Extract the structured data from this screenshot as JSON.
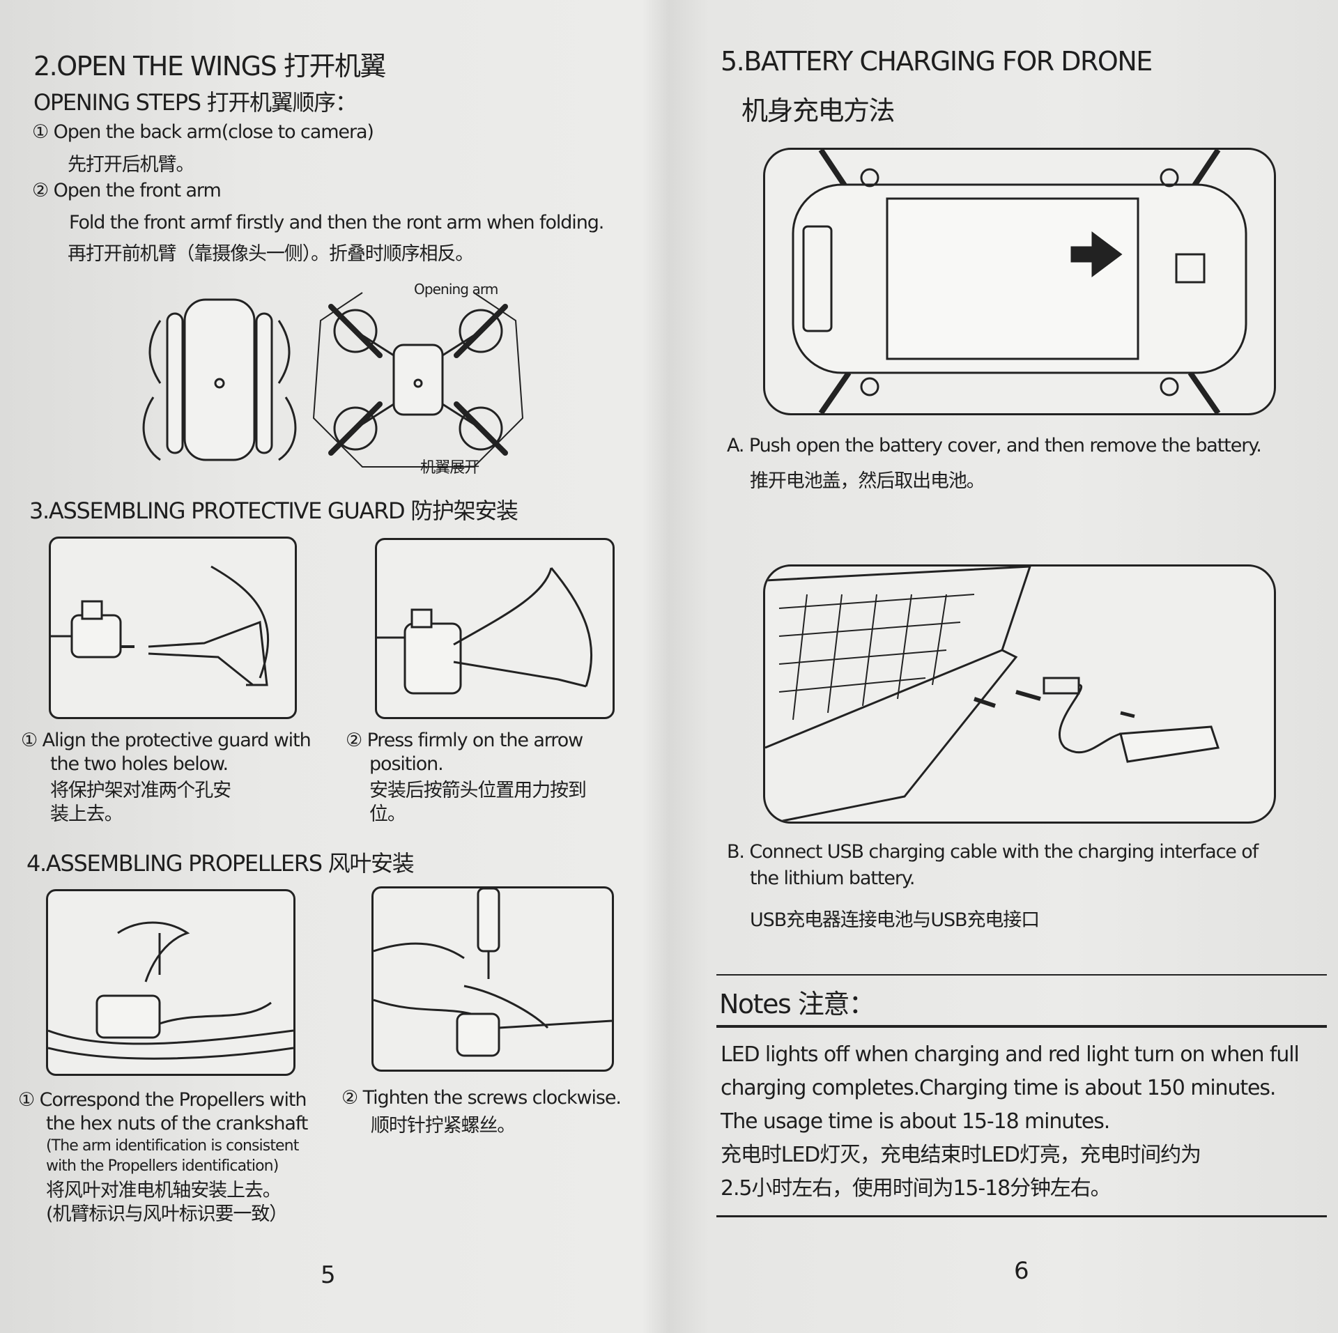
{
  "left_page": {
    "section2": {
      "title": "2.OPEN THE WINGS  打开机翼",
      "subtitle": "OPENING STEPS  打开机翼顺序：",
      "step1_en": "① Open the back arm(close to camera)",
      "step1_cn": "先打开后机臂。",
      "step2_en": "② Open the front arm",
      "step2_note_en": "Fold the front armf firstly and then the ront arm when folding.",
      "step2_cn": "再打开前机臂（靠摄像头一侧）。折叠时顺序相反。",
      "label_opening_arm": "Opening arm",
      "label_wings_open": "机翼展开"
    },
    "section3": {
      "title": "3.ASSEMBLING PROTECTIVE GUARD  防护架安装",
      "step1_en": [
        "① Align the protective guard with",
        "the two holes below."
      ],
      "step1_cn": [
        "将保护架对准两个孔安",
        "装上去。"
      ],
      "step2_en": [
        "② Press firmly on the arrow",
        "position."
      ],
      "step2_cn": [
        "安装后按箭头位置用力按到",
        "位。"
      ]
    },
    "section4": {
      "title": "4.ASSEMBLING PROPELLERS  风叶安装",
      "step1_en": [
        "① Correspond the Propellers with",
        "the hex nuts of the crankshaft"
      ],
      "step1_note": [
        "(The arm identification is consistent",
        "with the Propellers identification)"
      ],
      "step1_cn": [
        "将风叶对准电机轴安装上去。",
        "(机臂标识与风叶标识要一致）"
      ],
      "step2_en": "② Tighten the screws clockwise.",
      "step2_cn": "顺时针拧紧螺丝。"
    },
    "page_number": "5"
  },
  "right_page": {
    "section5": {
      "title": "5.BATTERY CHARGING FOR DRONE",
      "title_cn": "机身充电方法",
      "caption_a_en": "A. Push open the battery cover, and then remove the battery.",
      "caption_a_cn": "推开电池盖，然后取出电池。",
      "caption_b_en": [
        "B. Connect USB charging cable with the charging interface of",
        "the lithium battery."
      ],
      "caption_b_cn": "USB充电器连接电池与USB充电接口"
    },
    "notes": {
      "title": "Notes 注意：",
      "lines": [
        "LED lights off when charging and red light turn on when full",
        "charging completes.Charging time is about 150 minutes.",
        "The usage time is about 15-18 minutes.",
        "充电时LED灯灭，充电结束时LED灯亮，充电时间约为",
        "2.5小时左右，使用时间为15-18分钟左右。"
      ]
    },
    "page_number": "6"
  }
}
